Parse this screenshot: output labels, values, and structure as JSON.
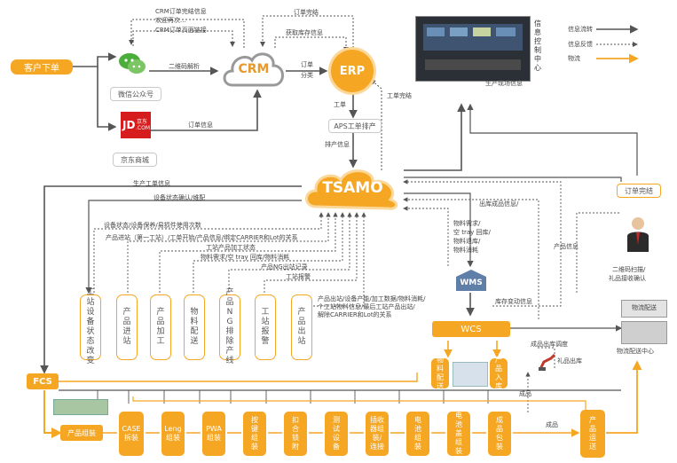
{
  "customer_order": "客户下单",
  "wechat_label": "微信公众号",
  "jd_label": "京东商城",
  "jd_logo_text": "JD",
  "jd_logo_sub1": "京东",
  "jd_logo_sub2": ".COM",
  "crm": "CRM",
  "erp": "ERP",
  "tsamo": "TSAMO",
  "aps": "APS工单排产",
  "wms": "WMS",
  "wcs": "WCS",
  "fcs": "FCS",
  "top_labels": {
    "crm_info": "CRM订单完结信息",
    "welcome": "欢迎再次...",
    "crm_page": "CRM订单页面链接",
    "order_done_top": "订单完结",
    "get_stock": "获取库存信息",
    "qr_parse": "二维码解析",
    "order_cls": "订单",
    "order_cls2": "分类",
    "order_info": "订单信息",
    "work_order": "工单",
    "schedule_info": "排产信息",
    "work_done": "工单完结",
    "scene_info": "生产现场信息"
  },
  "info_center": "信息控制中心",
  "legend": {
    "flow": "信息流转",
    "feedback": "信息反馈",
    "material": "物流"
  },
  "left_labels": {
    "prod_order": "生产工单信息",
    "device_confirm": "设备状态确认/维配",
    "l1": "设备状态/设备保养/易损件使用次数",
    "l2": "产品进站（第一工站）/工单开始/产品信息/绑定CARRIER和Lot的关系",
    "l3": "工站产品加工状态",
    "l4": "物料需求/空 tray 回库/物料消耗",
    "l5": "产品NG出站记录",
    "l6": "工站报警",
    "l7": "产品出站/设备产能/加工数据/物料消耗/",
    "l8": "个工站物料信息/最后工站产品出站/",
    "l9": "解除CARRIER和Lot的关系"
  },
  "right_labels": {
    "out_finished": "出库成品信息/",
    "mat_req1": "物料需求/",
    "mat_req2": "空 tray 回库/",
    "mat_req3": "物料退库/",
    "mat_req4": "物料消耗",
    "stock_change": "库存变动信息",
    "product_info": "产品信息",
    "order_done": "订单完结",
    "qr_scan": "二维码扫描/",
    "gift_confirm": "礼品接收确认",
    "logistics_truck": "物流配送",
    "logistics_center": "物流配送中心",
    "out_schedule": "成品出库调度",
    "gift_out": "礼品出库",
    "finished1": "成品",
    "finished2": "成品"
  },
  "stations": [
    "工站设备状态改变",
    "产品进站",
    "产品加工",
    "物料配送",
    "产品NG排除产线",
    "工站报警",
    "产品出站"
  ],
  "wcs_boxes": [
    "物料配送",
    "产品入库"
  ],
  "line_label": "产品组装",
  "line_boxes": [
    "CASE拆装",
    "Leng组装",
    "PWA组装",
    "按键组装",
    "扣合锁附",
    "测试设备",
    "插收器组装/连接",
    "电池组装",
    "电池盖组装",
    "成品包装",
    "产品运送"
  ],
  "colors": {
    "orange": "#f5a623",
    "gray": "#555555",
    "blue_gray": "#5f7fa8"
  }
}
